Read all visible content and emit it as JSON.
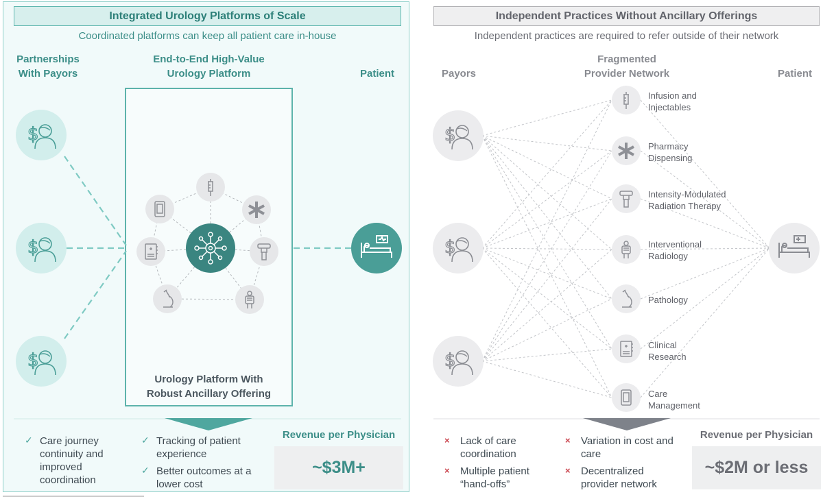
{
  "left": {
    "title": "Integrated Urology Platforms of Scale",
    "subtitle": "Coordinated platforms can keep all patient care in-house",
    "col_payors": [
      "Partnerships",
      "With Payors"
    ],
    "col_platform": [
      "End-to-End High-Value",
      "Urology Platform"
    ],
    "col_patient": "Patient",
    "box_label": [
      "Urology Platform With",
      "Robust Ancillary Offering"
    ],
    "benefits_col1": [
      [
        "Care journey",
        "continuity and",
        "improved",
        "coordination"
      ]
    ],
    "benefits_col2": [
      [
        "Tracking of patient",
        "experience"
      ],
      [
        "Better outcomes at a",
        "lower cost"
      ]
    ],
    "check_mark": "✓",
    "revenue_title": "Revenue per Physician",
    "revenue_value": "~$3M+"
  },
  "right": {
    "title": "Independent Practices Without Ancillary Offerings",
    "subtitle": "Independent practices are required to refer outside of their network",
    "col_payors": "Payors",
    "col_network": [
      "Fragmented",
      "Provider Network"
    ],
    "col_patient": "Patient",
    "providers": [
      {
        "icon": "syringe-icon",
        "label": [
          "Infusion and",
          "Injectables"
        ]
      },
      {
        "icon": "asterisk-icon",
        "label": [
          "Pharmacy",
          "Dispensing"
        ]
      },
      {
        "icon": "radiation-machine-icon",
        "label": [
          "Intensity-Modulated",
          "Radiation Therapy"
        ]
      },
      {
        "icon": "xray-body-icon",
        "label": [
          "Interventional",
          "Radiology"
        ]
      },
      {
        "icon": "microscope-icon",
        "label": [
          "Pathology"
        ]
      },
      {
        "icon": "clinical-book-icon",
        "label": [
          "Clinical",
          "Research"
        ]
      },
      {
        "icon": "tablet-icon",
        "label": [
          "Care",
          "Management"
        ]
      }
    ],
    "issues_col1": [
      [
        "Lack of care",
        "coordination"
      ],
      [
        "Multiple patient",
        "“hand-offs”"
      ]
    ],
    "issues_col2": [
      [
        "Variation in cost and",
        "care"
      ],
      [
        "Decentralized",
        "provider network"
      ]
    ],
    "x_mark": "×",
    "revenue_title": "Revenue per Physician",
    "revenue_value": "~$2M or less"
  },
  "colors": {
    "teal": "#4a9e97",
    "teal_light": "#d2eeec",
    "gray": "#8a8c92",
    "gray_light": "#ececee",
    "red_mark": "#c9414b"
  }
}
